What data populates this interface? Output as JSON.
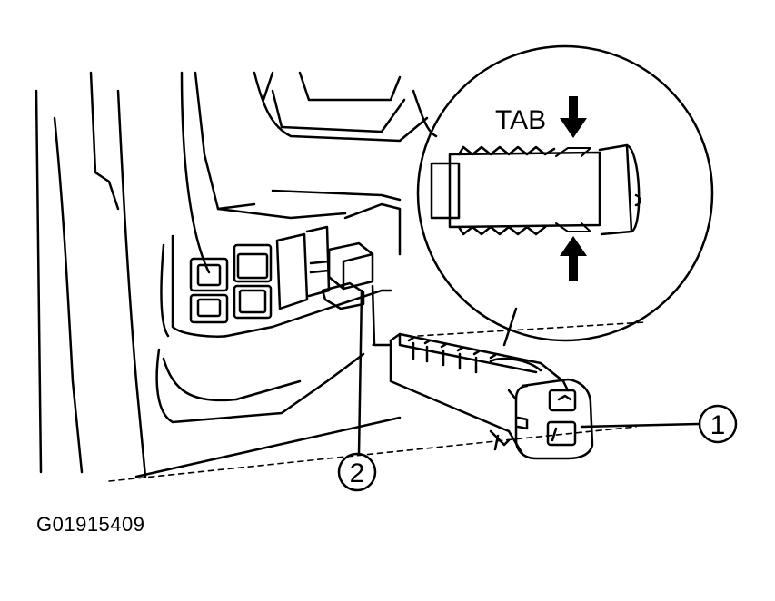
{
  "diagram": {
    "detail_label": "TAB",
    "callouts": [
      {
        "number": "1"
      },
      {
        "number": "2"
      }
    ],
    "figure_id": "G01915409",
    "colors": {
      "ink": "#000000",
      "background": "#ffffff"
    }
  }
}
